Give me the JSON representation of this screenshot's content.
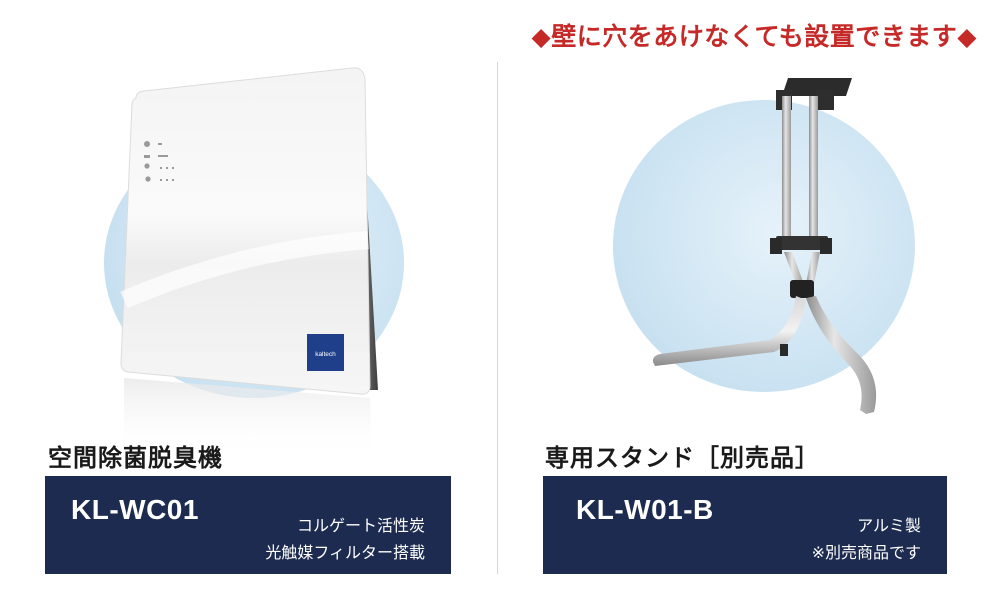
{
  "banner": {
    "text": "◆壁に穴をあけなくても設置できます◆",
    "color": "#c62a28"
  },
  "left": {
    "title": "空間除菌脱臭機",
    "model": "KL-WC01",
    "features": [
      "コルゲート活性炭",
      "光触媒フィルター搭載"
    ],
    "device_logo": "kaltech"
  },
  "right": {
    "title": "専用スタンド［別売品］",
    "model": "KL-W01-B",
    "features": [
      "アルミ製",
      "※別売商品です"
    ]
  },
  "colors": {
    "box_background": "#1c2b4f",
    "circle": "#cfe5f3",
    "banner": "#c62a28"
  }
}
